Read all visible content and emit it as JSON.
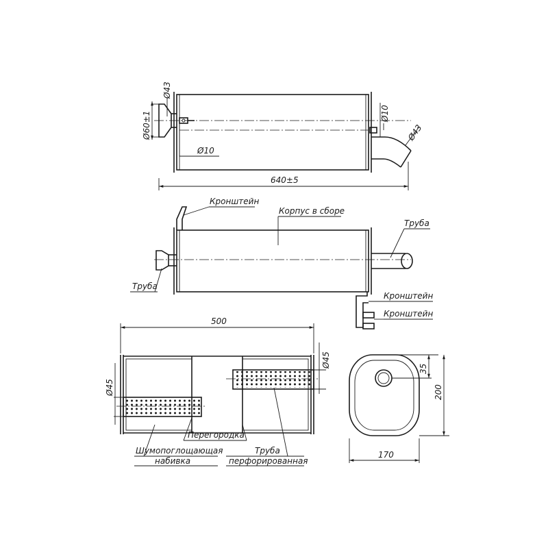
{
  "views": {
    "top": {
      "dims": {
        "dia_flange": "Ø60±1",
        "dia_inlet": "Ø43",
        "dia_bracket_left": "Ø10",
        "dia_bracket_right": "Ø10",
        "dia_outlet": "Ø43",
        "length": "640±5"
      }
    },
    "side": {
      "labels": {
        "bracket_top": "Кронштейн",
        "body": "Корпус в сборе",
        "pipe_right": "Труба",
        "pipe_left": "Труба",
        "bracket_right_1": "Кронштейн",
        "bracket_right_2": "Кронштейн"
      }
    },
    "section": {
      "dims": {
        "length": "500",
        "dia_left": "Ø45",
        "dia_right": "Ø45"
      },
      "labels": {
        "partition": "Перегородка",
        "absorber_line1": "Шумопоглощающая",
        "absorber_line2": "набивка",
        "perforated_line1": "Труба",
        "perforated_line2": "перфорированная"
      }
    },
    "end": {
      "dims": {
        "offset": "35",
        "height": "200",
        "width": "170"
      }
    }
  }
}
